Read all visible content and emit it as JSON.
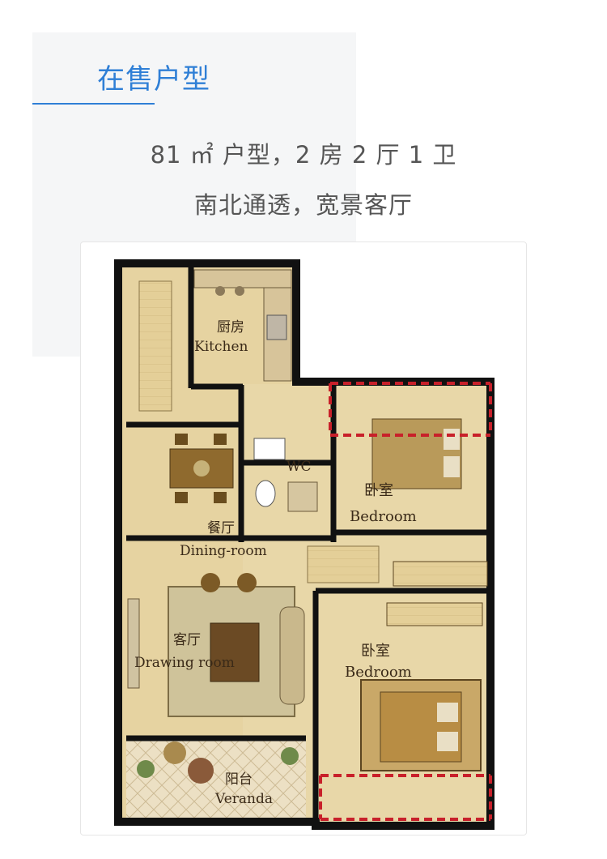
{
  "section": {
    "title": "在售户型"
  },
  "description": {
    "line1": "81 ㎡ 户型，2 房 2 厅 1 卫",
    "line2": "南北通透，宽景客厅"
  },
  "floorplan": {
    "kitchen": {
      "cn": "厨房",
      "en": "Kitchen"
    },
    "wc": {
      "en": "WC"
    },
    "bedroom_north": {
      "cn": "卧室",
      "en": "Bedroom"
    },
    "dining": {
      "cn": "餐厅",
      "en": "Dining-room"
    },
    "drawing": {
      "cn": "客厅",
      "en": "Drawing room"
    },
    "bedroom_south": {
      "cn": "卧室",
      "en": "Bedroom"
    },
    "veranda": {
      "cn": "阳台",
      "en": "Veranda"
    }
  },
  "colors": {
    "accent": "#2f7fd6",
    "wall": "#111111",
    "floor": "#e9d7a6",
    "dashed_marker": "#c8202a"
  }
}
